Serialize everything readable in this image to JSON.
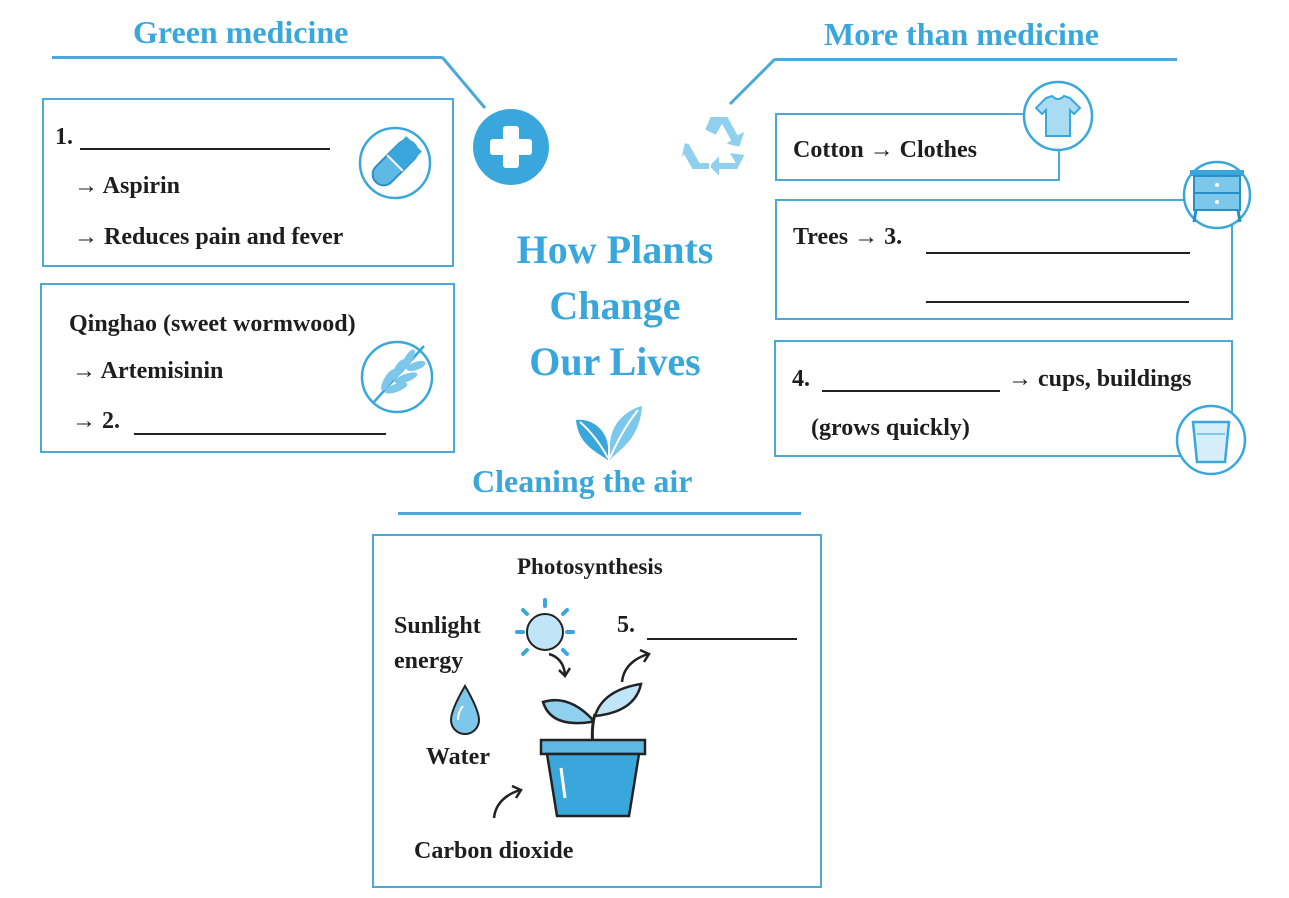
{
  "title": {
    "line1": "How Plants",
    "line2": "Change",
    "line3": "Our Lives"
  },
  "sections": {
    "green_medicine": "Green medicine",
    "more_than_medicine": "More than medicine",
    "cleaning_air": "Cleaning the air"
  },
  "green_medicine": {
    "box1": {
      "item_number": "1.",
      "line2": "→ Aspirin",
      "line3": "→ Reduces pain and fever"
    },
    "box2": {
      "line1": "Qinghao (sweet wormwood)",
      "line2": "→ Artemisinin",
      "line3": "→ 2."
    }
  },
  "more_than_medicine": {
    "box1": {
      "text": "Cotton → Clothes"
    },
    "box2": {
      "text": "Trees → 3."
    },
    "box3": {
      "item_number": "4.",
      "text": "→ cups, buildings",
      "note": "(grows quickly)"
    }
  },
  "cleaning_air": {
    "title": "Photosynthesis",
    "sunlight_line1": "Sunlight",
    "sunlight_line2": "energy",
    "water": "Water",
    "carbon_dioxide": "Carbon dioxide",
    "output_number": "5."
  },
  "colors": {
    "accent": "#3aa7dc",
    "line": "#4aa9d8",
    "text": "#1e1e1e"
  },
  "icons": [
    "plus-icon",
    "recycle-icon",
    "pill-icon",
    "leaf-icon",
    "tshirt-icon",
    "nightstand-icon",
    "cup-icon",
    "sprout-icon",
    "sun-icon",
    "water-drop-icon",
    "plant-pot-icon",
    "arrow-icon"
  ]
}
